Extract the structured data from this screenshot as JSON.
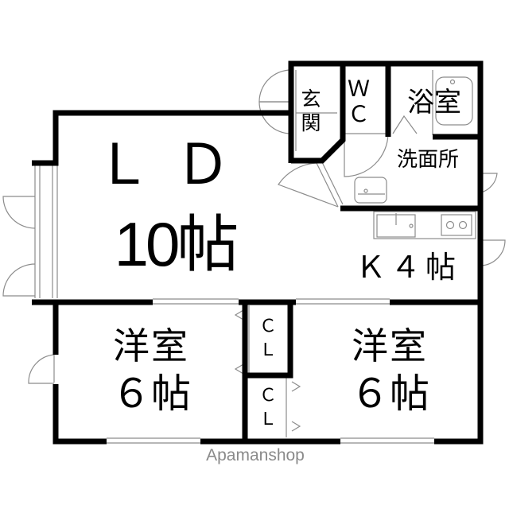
{
  "floor_plan": {
    "layout_type": "3LDK-style apartment floor plan",
    "rooms": {
      "living_dining": {
        "name": "ＬＤ",
        "size": "10帖"
      },
      "western_room_left": {
        "name": "洋室",
        "size": "６帖"
      },
      "western_room_right": {
        "name": "洋室",
        "size": "６帖"
      },
      "kitchen": {
        "label": "Ｋ４帖"
      },
      "entrance": {
        "label": "玄関"
      },
      "toilet": {
        "label": "ＷＣ"
      },
      "bathroom": {
        "label": "浴室"
      },
      "washroom": {
        "label": "洗面所"
      },
      "closet_upper": {
        "label": "ＣＬ"
      },
      "closet_lower": {
        "label": "ＣＬ"
      }
    },
    "watermark": "Apamanshop",
    "colors": {
      "wall": "#000000",
      "fixture_line": "#8c8c8c",
      "watermark": "#8a8a8a",
      "background": "#ffffff"
    }
  }
}
